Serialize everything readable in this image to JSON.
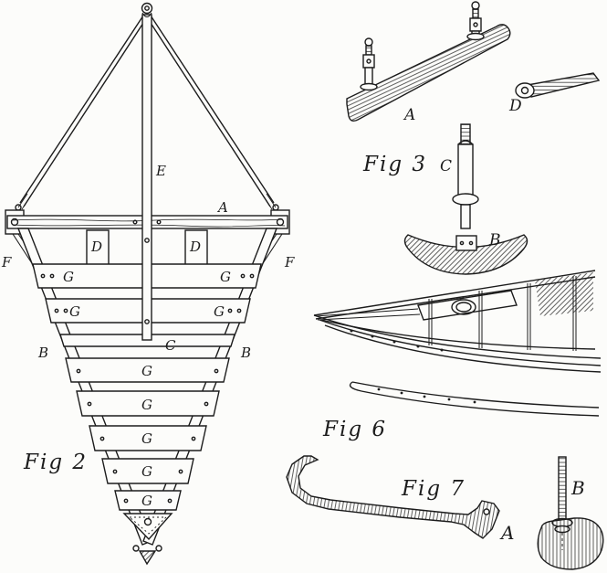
{
  "colors": {
    "ink": "#1c1c1c",
    "paper": "#fcfcfa"
  },
  "fig2": {
    "caption": "Fig 2",
    "labels": {
      "A": "A",
      "B": "B",
      "C": "C",
      "D": "D",
      "E": "E",
      "F": "F",
      "G": "G"
    }
  },
  "fig3": {
    "caption": "Fig 3",
    "labels": {
      "A": "A",
      "B": "B",
      "C": "C",
      "D": "D"
    }
  },
  "fig6": {
    "caption": "Fig 6"
  },
  "fig7": {
    "caption": "Fig 7",
    "labels": {
      "A": "A",
      "B": "B"
    }
  }
}
